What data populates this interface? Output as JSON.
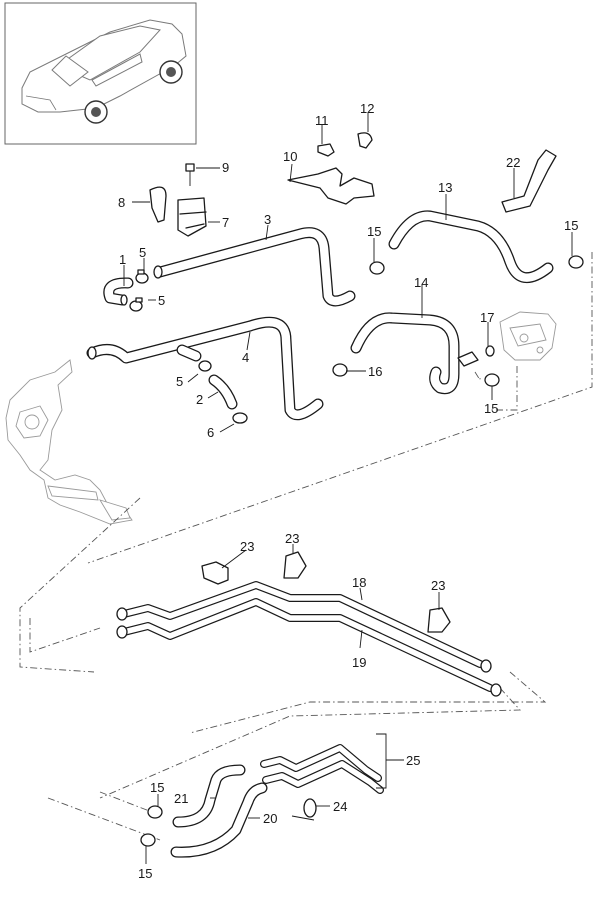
{
  "diagram": {
    "subject": "Coolant hose and pipe layout",
    "thumbnail": "vehicle overview (rear three-quarter view of coupe)",
    "callouts": [
      {
        "id": "c1",
        "number": "1",
        "part": "elbow hose"
      },
      {
        "id": "c2",
        "number": "2",
        "part": "hose"
      },
      {
        "id": "c3",
        "number": "3",
        "part": "coolant hose"
      },
      {
        "id": "c4",
        "number": "4",
        "part": "coolant hose"
      },
      {
        "id": "c5a",
        "number": "5",
        "part": "hose clamp"
      },
      {
        "id": "c5b",
        "number": "5",
        "part": "hose clamp"
      },
      {
        "id": "c5c",
        "number": "5",
        "part": "hose clamp"
      },
      {
        "id": "c6",
        "number": "6",
        "part": "hose clamp"
      },
      {
        "id": "c7",
        "number": "7",
        "part": "hose holder"
      },
      {
        "id": "c8",
        "number": "8",
        "part": "clip"
      },
      {
        "id": "c9",
        "number": "9",
        "part": "bolt"
      },
      {
        "id": "c10",
        "number": "10",
        "part": "bracket"
      },
      {
        "id": "c11",
        "number": "11",
        "part": "clip"
      },
      {
        "id": "c12",
        "number": "12",
        "part": "clip"
      },
      {
        "id": "c13",
        "number": "13",
        "part": "coolant hose"
      },
      {
        "id": "c14",
        "number": "14",
        "part": "coolant hose with tee"
      },
      {
        "id": "c15a",
        "number": "15",
        "part": "hose clamp"
      },
      {
        "id": "c15b",
        "number": "15",
        "part": "hose clamp"
      },
      {
        "id": "c15c",
        "number": "15",
        "part": "hose clamp"
      },
      {
        "id": "c15d",
        "number": "15",
        "part": "hose clamp"
      },
      {
        "id": "c15e",
        "number": "15",
        "part": "hose clamp"
      },
      {
        "id": "c16",
        "number": "16",
        "part": "hose clamp"
      },
      {
        "id": "c17",
        "number": "17",
        "part": "hose clamp"
      },
      {
        "id": "c18",
        "number": "18",
        "part": "coolant pipe"
      },
      {
        "id": "c19",
        "number": "19",
        "part": "coolant pipe"
      },
      {
        "id": "c20",
        "number": "20",
        "part": "coolant hose"
      },
      {
        "id": "c21",
        "number": "21",
        "part": "coolant hose"
      },
      {
        "id": "c22",
        "number": "22",
        "part": "bracket"
      },
      {
        "id": "c23a",
        "number": "23",
        "part": "pipe holder"
      },
      {
        "id": "c23b",
        "number": "23",
        "part": "pipe holder"
      },
      {
        "id": "c23c",
        "number": "23",
        "part": "pipe holder"
      },
      {
        "id": "c24",
        "number": "24",
        "part": "hose clamp"
      },
      {
        "id": "c25",
        "number": "25",
        "part": "pipe assembly"
      }
    ]
  }
}
